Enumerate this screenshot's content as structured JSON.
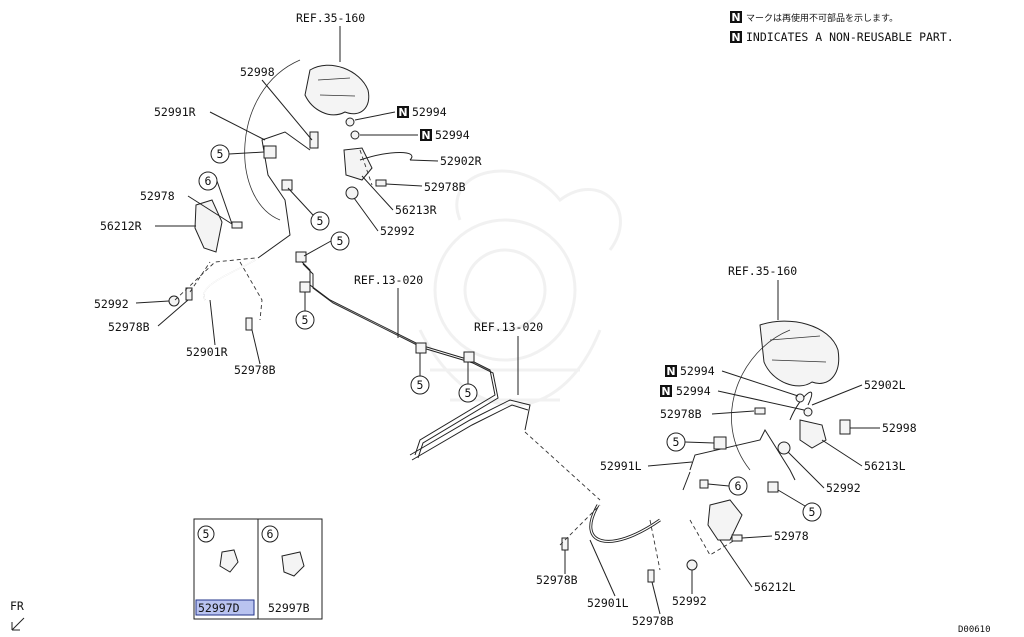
{
  "legend": {
    "note_jp": "マークは再使用不可部品を示します。",
    "note_en": "INDICATES A NON-REUSABLE PART.",
    "n_symbol": "N"
  },
  "labels": {
    "ref_35_160_top": "REF.35-160",
    "ref_35_160_right": "REF.35-160",
    "ref_13_020_a": "REF.13-020",
    "ref_13_020_b": "REF.13-020",
    "p52998_r": "52998",
    "p52991r": "52991R",
    "p52994_r1": "52994",
    "p52994_r2": "52994",
    "p52902r": "52902R",
    "p52978b_r1": "52978B",
    "p56213r": "56213R",
    "p52992_r1": "52992",
    "p52978_r": "52978",
    "p56212r": "56212R",
    "p52992_r2": "52992",
    "p52978b_r2": "52978B",
    "p52901r": "52901R",
    "p52978b_r3": "52978B",
    "p52994_l1": "52994",
    "p52994_l2": "52994",
    "p52902l": "52902L",
    "p52978b_l1": "52978B",
    "p52998_l": "52998",
    "p52991l": "52991L",
    "p56213l": "56213L",
    "p52992_l1": "52992",
    "p52978_l": "52978",
    "p56212l": "56212L",
    "p52978b_l2": "52978B",
    "p52901l": "52901L",
    "p52992_l2": "52992",
    "p52978b_l3": "52978B"
  },
  "callout_num": {
    "five": "5",
    "six": "6"
  },
  "inset": {
    "cell5_num": "5",
    "cell5_part": "52997D",
    "cell6_num": "6",
    "cell6_part": "52997B"
  },
  "footer": {
    "fr": "FR",
    "diagram_code": "D00610"
  }
}
